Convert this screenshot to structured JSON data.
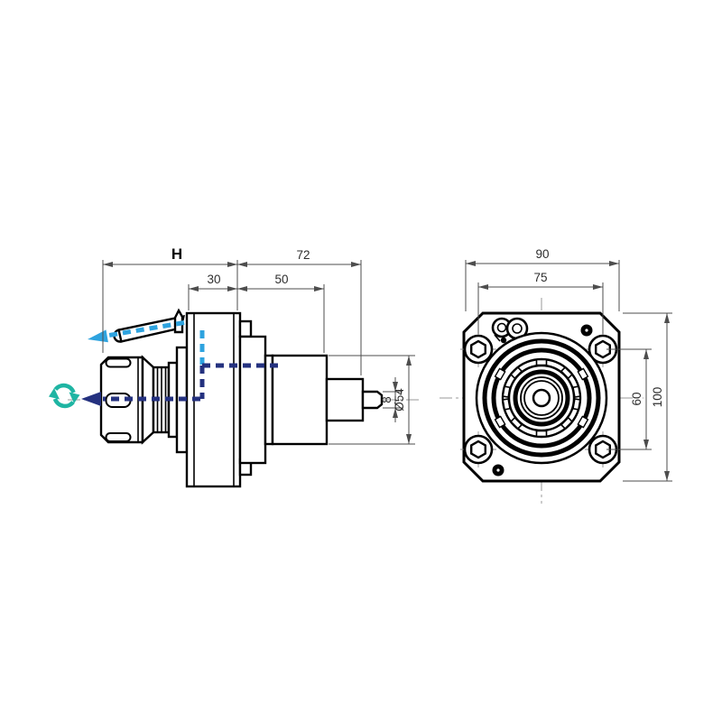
{
  "drawing": {
    "type": "technical-drawing",
    "views": {
      "side_view": {
        "name": "side view of spindle tool holder with collet nut, lever and output shaft",
        "dims": {
          "overall_label": "H",
          "rear_length": "72",
          "front_length": "30",
          "body_length": "50",
          "pin_diameter": "8",
          "cylinder_diameter": "Ø54"
        }
      },
      "front_view": {
        "name": "front view of square mounting flange with four socket head bolts",
        "dims": {
          "flange_width": "90",
          "bolt_spacing_h": "75",
          "bolt_spacing_v": "60",
          "flange_height": "100"
        }
      }
    },
    "icons": {
      "rotation_ccw": "circular double arrow indicating spindle rotation",
      "coolant_exit_arrow": "dark blue dashed flow path exiting through collet center",
      "lever_flow_arrow": "light blue dashed flow path exiting along clamping lever"
    },
    "colors": {
      "outline": "#000000",
      "dimension": "#4d4d4d",
      "flow_dark": "#24317f",
      "flow_light": "#2ea3df",
      "rotation": "#1fb5a3",
      "centerline": "#9a9a9a",
      "background": "#ffffff"
    }
  }
}
